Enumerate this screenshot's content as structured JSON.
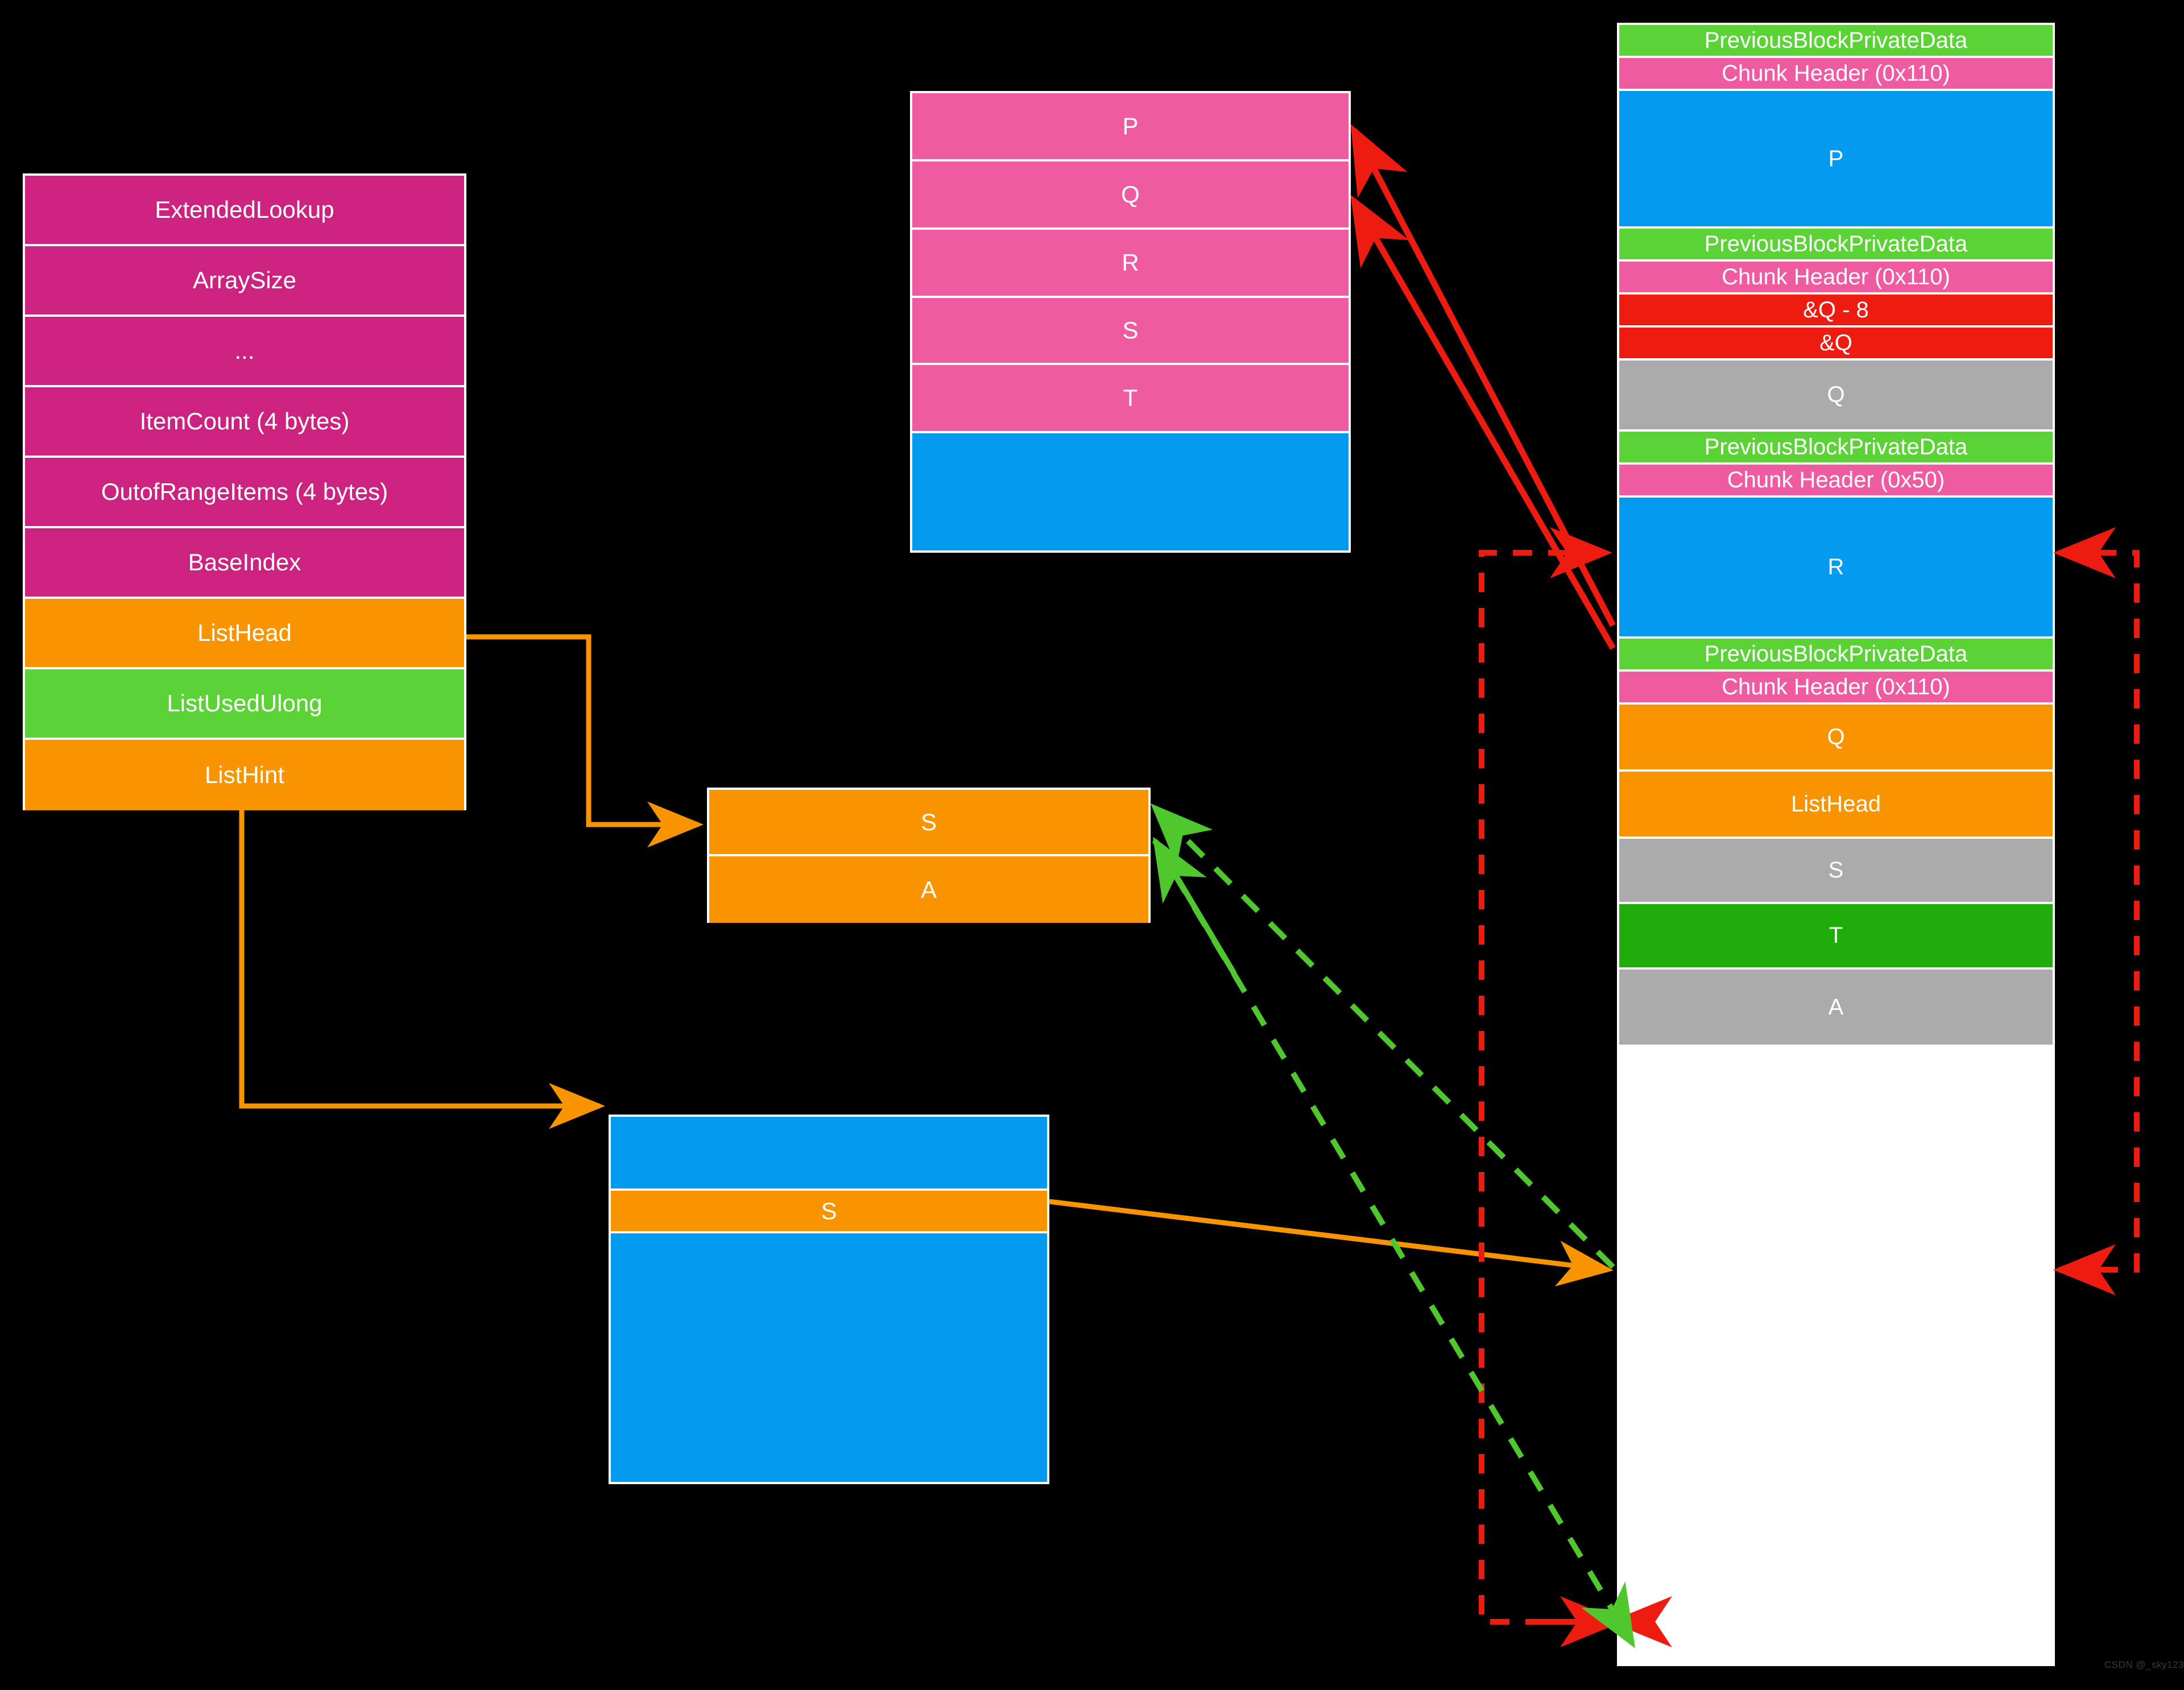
{
  "colors": {
    "background": "#000000",
    "magenta": "#CC2380",
    "pink": "#EF5BA1",
    "orange": "#F79400",
    "light_green": "#5BD235",
    "dark_green": "#1FAD09",
    "blue": "#039BEF",
    "red": "#EE1B11",
    "grey": "#ABABAB",
    "border": "#FFFFFF",
    "arrow_red": "#EE1B11",
    "arrow_orange": "#F79400",
    "arrow_green": "#4FC82E"
  },
  "lookup_struct": {
    "name": "extended-lookup-struct",
    "rows": [
      {
        "label": "ExtendedLookup",
        "color": "magenta"
      },
      {
        "label": "ArraySize",
        "color": "magenta"
      },
      {
        "label": "...",
        "color": "magenta"
      },
      {
        "label": "ItemCount (4 bytes)",
        "color": "magenta"
      },
      {
        "label": "OutofRangeItems (4 bytes)",
        "color": "magenta"
      },
      {
        "label": "BaseIndex",
        "color": "magenta"
      },
      {
        "label": "ListHead",
        "color": "orange"
      },
      {
        "label": "ListUsedUlong",
        "color": "light_green"
      },
      {
        "label": "ListHint",
        "color": "orange"
      }
    ]
  },
  "pqrst_table": {
    "name": "pqrst-table",
    "rows": [
      {
        "label": "P",
        "color": "pink"
      },
      {
        "label": "Q",
        "color": "pink"
      },
      {
        "label": "R",
        "color": "pink"
      },
      {
        "label": "S",
        "color": "pink"
      },
      {
        "label": "T",
        "color": "pink"
      },
      {
        "label": "",
        "color": "blue"
      }
    ]
  },
  "sa_box": {
    "name": "sa-box",
    "rows": [
      {
        "label": "S",
        "color": "orange"
      },
      {
        "label": "A",
        "color": "orange"
      }
    ]
  },
  "blue_s_box": {
    "name": "blue-s-box",
    "rows": [
      {
        "label": "",
        "color": "blue"
      },
      {
        "label": "S",
        "color": "orange"
      },
      {
        "label": "",
        "color": "blue"
      }
    ]
  },
  "heap_column": {
    "name": "heap-chunk-column",
    "rows": [
      {
        "label": "PreviousBlockPrivateData",
        "color": "light_green"
      },
      {
        "label": "Chunk Header (0x110)",
        "color": "pink"
      },
      {
        "label": "P",
        "color": "blue"
      },
      {
        "label": "PreviousBlockPrivateData",
        "color": "light_green"
      },
      {
        "label": "Chunk Header (0x110)",
        "color": "pink"
      },
      {
        "label": "&Q - 8",
        "color": "red"
      },
      {
        "label": "&Q",
        "color": "red"
      },
      {
        "label": "Q",
        "color": "grey"
      },
      {
        "label": "PreviousBlockPrivateData",
        "color": "light_green"
      },
      {
        "label": "Chunk Header (0x50)",
        "color": "pink"
      },
      {
        "label": "R",
        "color": "blue"
      },
      {
        "label": "PreviousBlockPrivateData",
        "color": "light_green"
      },
      {
        "label": "Chunk Header (0x110)",
        "color": "pink"
      },
      {
        "label": "Q",
        "color": "orange"
      },
      {
        "label": "ListHead",
        "color": "orange"
      },
      {
        "label": "S",
        "color": "grey"
      },
      {
        "label": "T",
        "color": "dark_green"
      },
      {
        "label": "A",
        "color": "grey"
      }
    ]
  },
  "watermark": {
    "text": "CSDN @_sky123"
  }
}
